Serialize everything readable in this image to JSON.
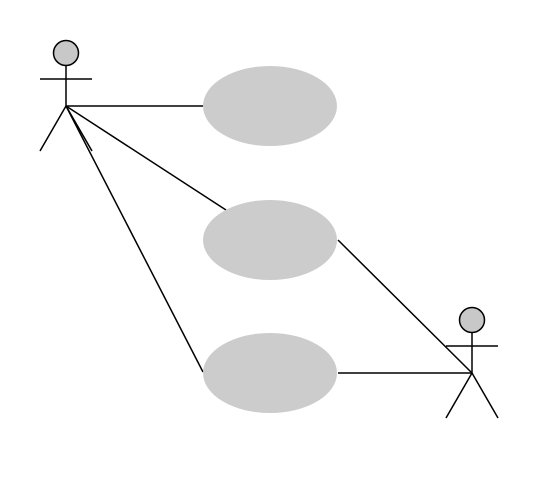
{
  "diagram": {
    "type": "uml-use-case",
    "background_color": "#ffffff",
    "line_color": "#000000",
    "use_case_fill": "#cccccc",
    "actor_head_fill": "#c8c8c8",
    "actors": [
      {
        "id": "actor-left",
        "label": ""
      },
      {
        "id": "actor-right",
        "label": ""
      }
    ],
    "use_cases": [
      {
        "id": "use-case-1",
        "label": ""
      },
      {
        "id": "use-case-2",
        "label": ""
      },
      {
        "id": "use-case-3",
        "label": ""
      }
    ],
    "associations": [
      {
        "from": "actor-left",
        "to": "use-case-1"
      },
      {
        "from": "actor-left",
        "to": "use-case-2"
      },
      {
        "from": "actor-left",
        "to": "use-case-3"
      },
      {
        "from": "actor-right",
        "to": "use-case-2"
      },
      {
        "from": "actor-right",
        "to": "use-case-3"
      }
    ]
  }
}
